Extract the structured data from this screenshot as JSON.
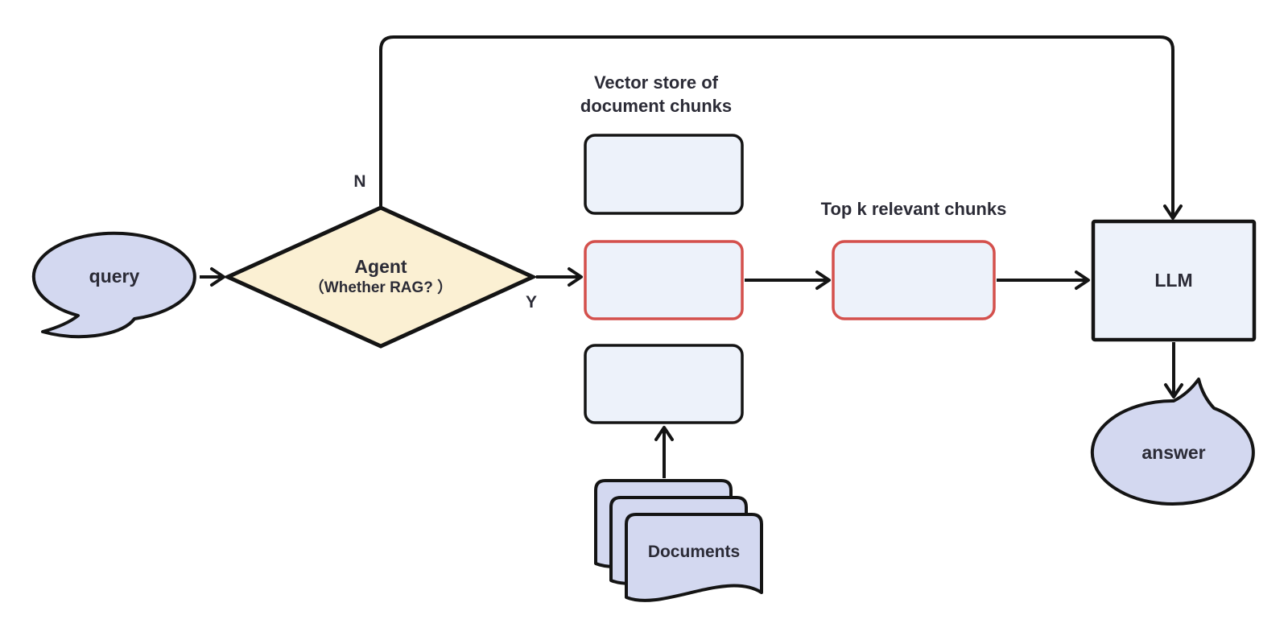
{
  "colors": {
    "background": "#ffffff",
    "bubble_fill": "#d3d8f0",
    "diamond_fill": "#fbf0d3",
    "box_fill": "#edf2fa",
    "red_stroke": "#d4504c",
    "line": "#141414",
    "text": "#2b2b36"
  },
  "nodes": {
    "query": {
      "label": "query"
    },
    "agent": {
      "label": "Agent",
      "sublabel": "（Whether RAG?  ）"
    },
    "branches": {
      "no": "N",
      "yes": "Y"
    },
    "vector_store": {
      "label_line1": "Vector store of",
      "label_line2": "document chunks"
    },
    "top_k": {
      "label": "Top k relevant chunks"
    },
    "llm": {
      "label": "LLM"
    },
    "answer": {
      "label": "answer"
    },
    "documents": {
      "label": "Documents"
    }
  }
}
